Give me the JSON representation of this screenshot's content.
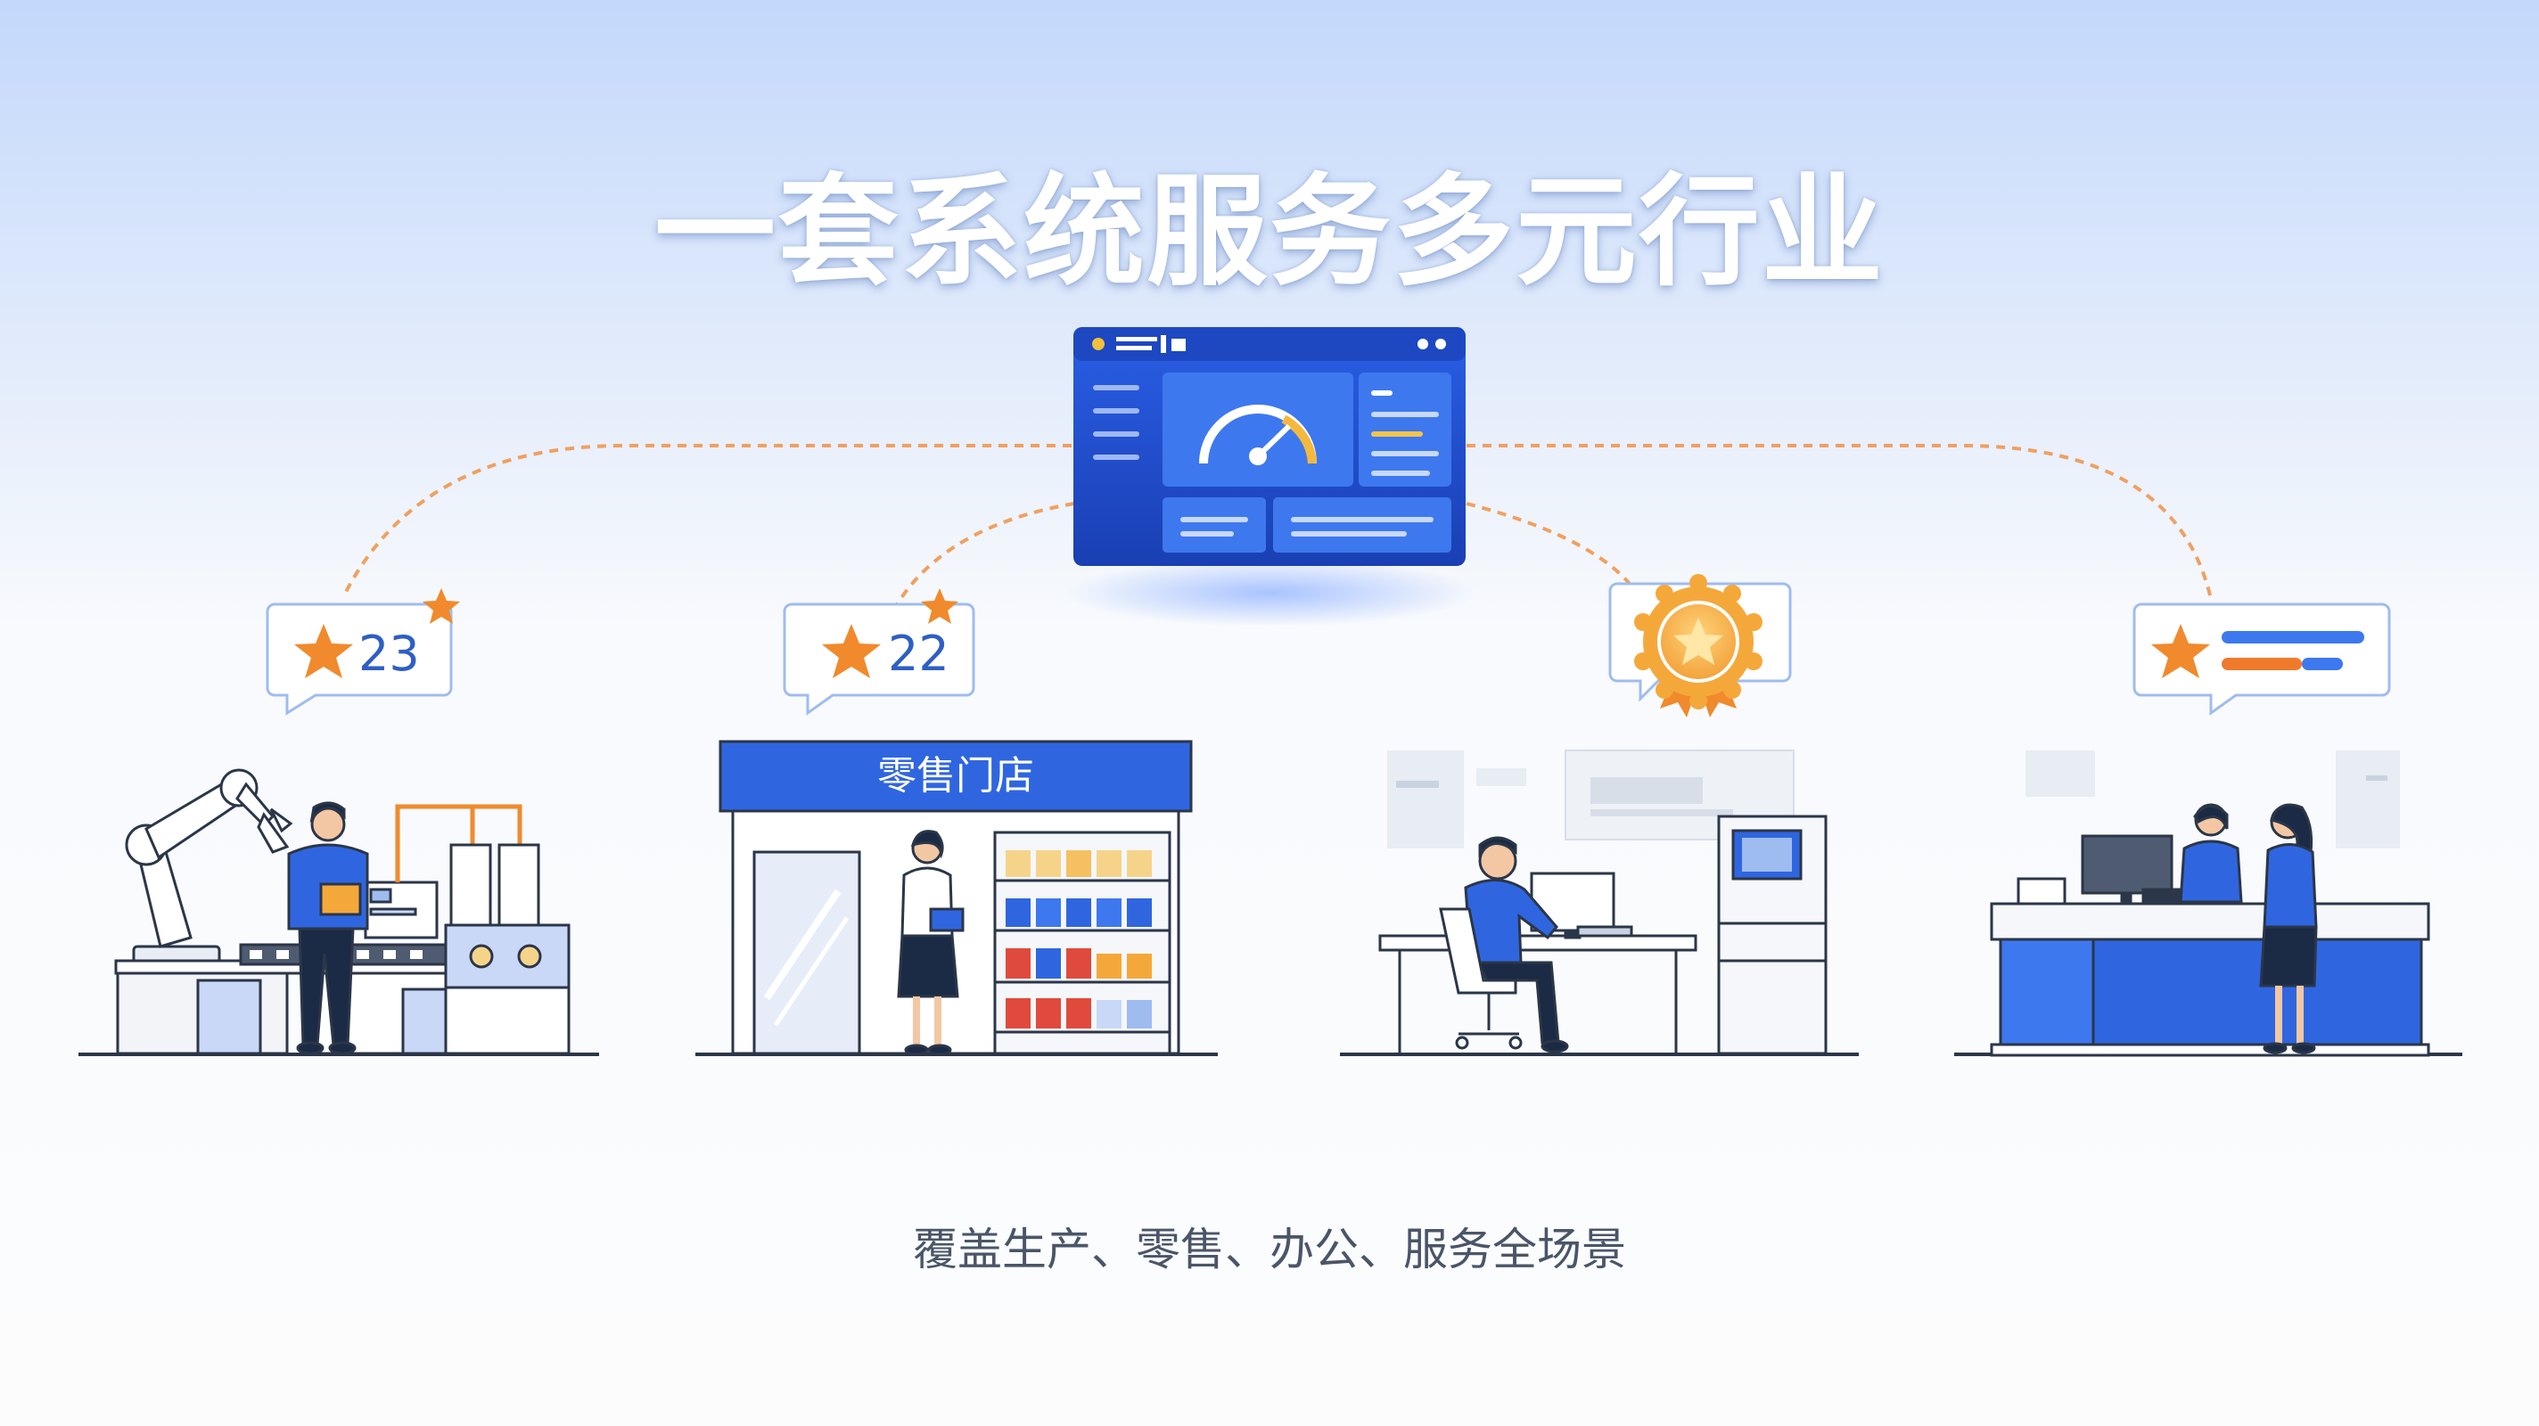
{
  "title": "一套系统服务多元行业",
  "subtitle": "覆盖生产、零售、办公、服务全场景",
  "dashboard": {
    "window_title": "",
    "icon": "speedometer-gauge-icon"
  },
  "scenes": [
    {
      "name": "production",
      "badge_text": "23",
      "badge_icon": "star-icon"
    },
    {
      "name": "retail",
      "badge_text": "22",
      "badge_icon": "star-icon",
      "sign": "零售门店"
    },
    {
      "name": "office",
      "badge_text": "",
      "badge_icon": "award-medal-icon"
    },
    {
      "name": "service",
      "badge_text": "",
      "badge_icon": "star-icon"
    }
  ],
  "colors": {
    "primary_blue": "#2f66e0",
    "dark_blue": "#1e46b8",
    "accent_orange": "#f08a2c",
    "line_dark": "#2b3648",
    "connector_dashed": "#f0a060"
  }
}
